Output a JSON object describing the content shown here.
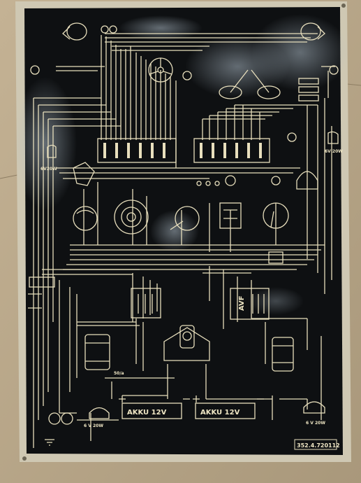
{
  "photo": {
    "colors": {
      "cardboard": "#b9a789",
      "plate_frame": "#cfc8b3",
      "plate_black": "#0e1012",
      "ink": "#e8dfbd",
      "glare": "#8a9aa8"
    },
    "labels": {
      "battery_left": "AKKU 12V",
      "battery_right": "AKKU 12V",
      "regulator": "AVF",
      "lamp_left_mid": "6V20W",
      "lamp_right_mid": "6V 20W",
      "lamp_bottom_left": "6 V 20W",
      "lamp_bottom_right": "6 V 20W",
      "starter_terminal": "50/a",
      "part_number": "352.4.720112"
    }
  }
}
